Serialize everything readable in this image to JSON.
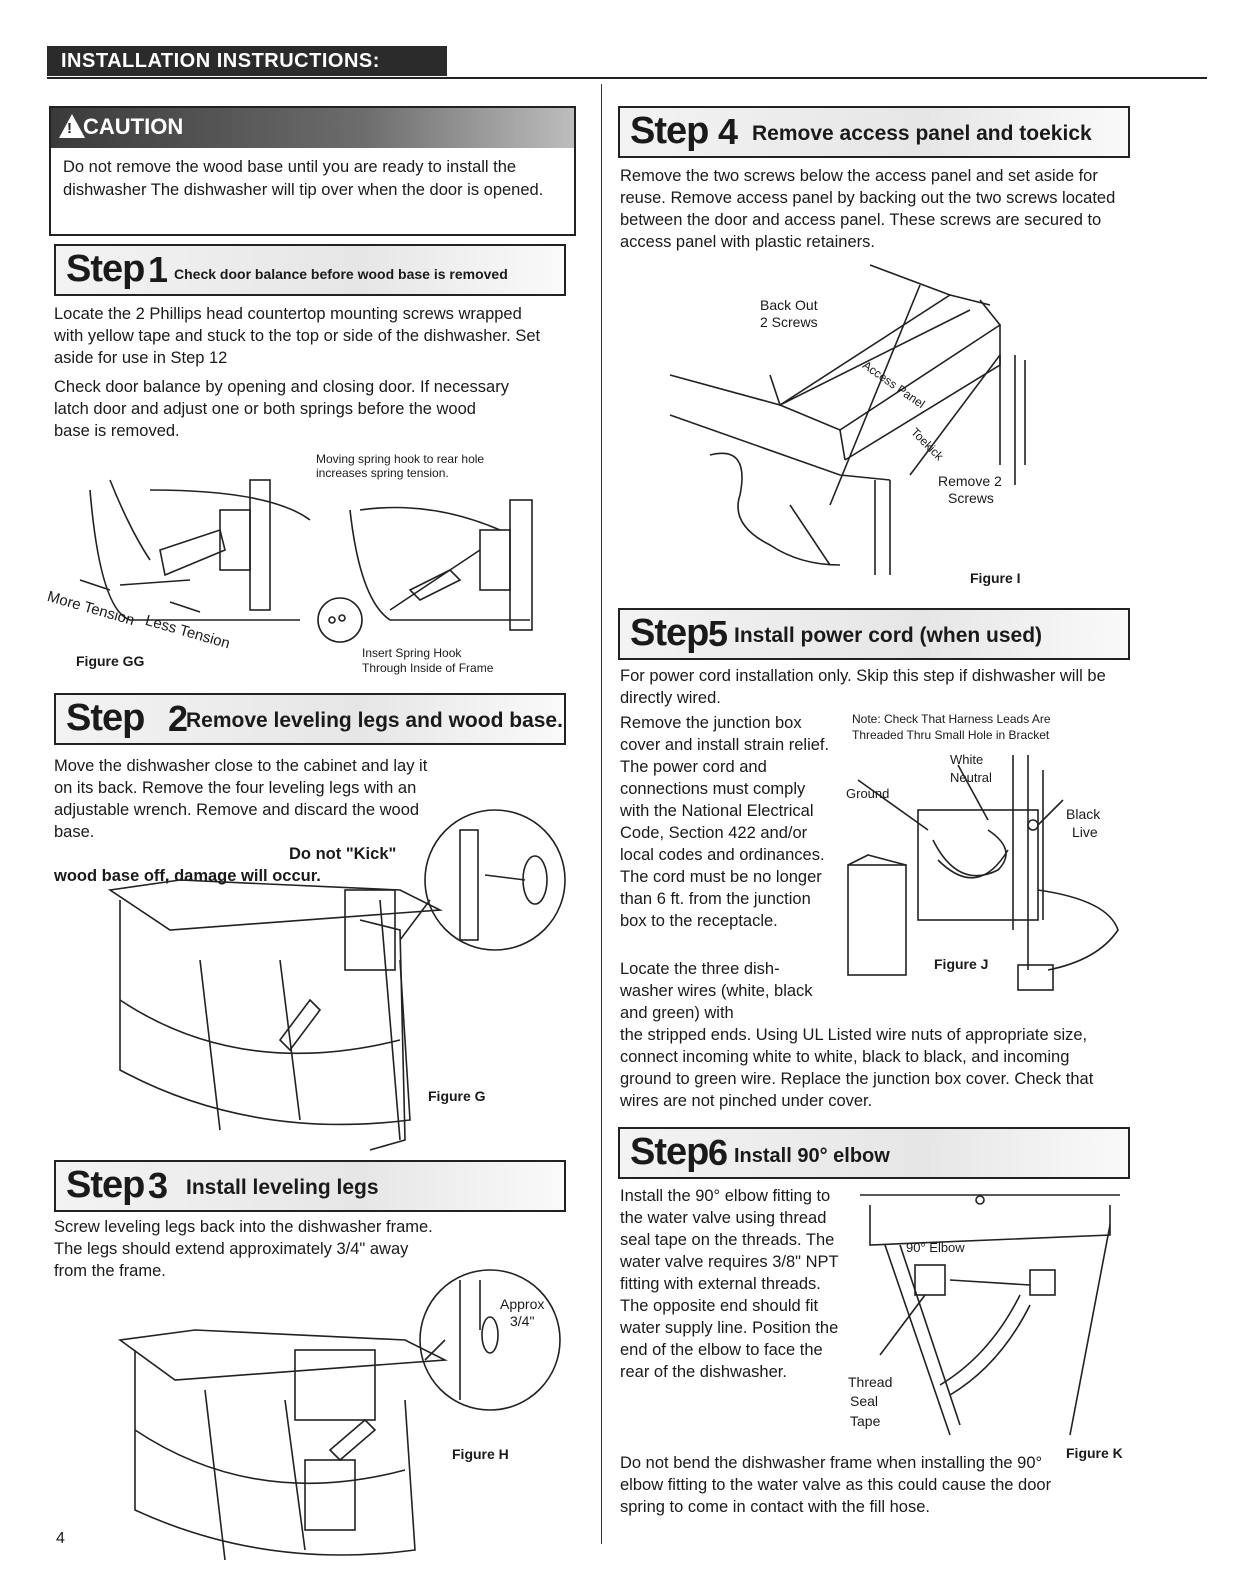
{
  "header": {
    "title": "INSTALLATION INSTRUCTIONS:"
  },
  "caution": {
    "title": "CAUTION",
    "icon_bang": "!",
    "text": "Do not remove the wood base until you are ready to install the dishwasher The dishwasher will tip over when the door is opened."
  },
  "step1": {
    "word": "Step",
    "num": "1",
    "title": "Check door balance before wood base is removed",
    "p1": "Locate the 2 Phillips head countertop mounting screws wrapped with yellow tape and stuck to the top or side of the dishwasher. Set aside for use in Step 12",
    "p2": "Check door balance by opening and closing door. If necessary latch door and adjust one or both springs before the wood base is removed.",
    "note": "Moving spring hook to rear hole increases spring tension.",
    "more_tension": "More Tension",
    "less_tension": "Less Tension",
    "insert_hook": "Insert Spring Hook",
    "through_frame": "Through Inside of Frame",
    "figure": "Figure GG"
  },
  "step2": {
    "word": "Step",
    "num": "2",
    "title": "Remove leveling legs and wood base.",
    "p1": "Move the dishwasher close to the cabinet and lay it on its back. Remove the four leveling legs with an adjustable wrench. Remove and discard the wood base.",
    "bold": "Do not \"Kick\" wood base off, damage will occur.",
    "figure": "Figure G"
  },
  "step3": {
    "word": "Step",
    "num": "3",
    "title": "Install leveling legs",
    "p1": "Screw leveling legs back into the dishwasher frame. The legs should extend approximately 3/4\" away from the frame.",
    "approx": "Approx",
    "approx_val": "3/4\"",
    "figure": "Figure H"
  },
  "step4": {
    "word": "Step",
    "num": "4",
    "title": "Remove access panel and toekick",
    "p1": "Remove the two screws below the access panel and set aside for reuse. Remove access panel by backing out the two screws located between the door and access panel. These screws are secured to access panel with plastic retainers.",
    "back_out": "Back Out",
    "two_screws": "2 Screws",
    "access_panel": "Access Panel",
    "toekick": "Toekick",
    "remove": "Remove 2",
    "screws": "Screws",
    "figure": "Figure I"
  },
  "step5": {
    "word": "Step",
    "num": "5",
    "title": "Install power cord (when used)",
    "p1": "For power cord installation only. Skip this step if dishwasher will be directly wired.",
    "p2": "Remove the junction box cover and install strain relief. The power cord and connections must comply with the National Electrical Code, Section 422 and/or local codes and ordinances. The cord must be no longer than 6 ft. from the junction box to the receptacle.",
    "p3": "Locate the three dish-washer wires (white, black and green) with",
    "p4": "the stripped ends. Using UL Listed wire nuts of appropriate size, connect incoming white to white, black to black, and incoming ground to green wire. Replace the junction box cover. Check that wires are not pinched under cover.",
    "note1": "Note: Check That Harness Leads Are",
    "note2": "Threaded Thru Small Hole in Bracket",
    "white": "White",
    "neutral": "Neutral",
    "ground": "Ground",
    "black": "Black",
    "live": "Live",
    "figure": "Figure J"
  },
  "step6": {
    "word": "Step",
    "num": "6",
    "title": "Install 90° elbow",
    "p1": "Install the 90° elbow fitting to the water valve using thread seal tape on the threads. The water valve requires 3/8\" NPT fitting with external threads. The opposite end should fit water supply line. Position the end of the elbow to face the rear of the dishwasher.",
    "p2": "Do not bend the dishwasher frame when installing the 90° elbow fitting to the water valve as this could cause the door spring to come in contact with the fill hose.",
    "elbow": "90° Elbow",
    "thread": "Thread",
    "seal": "Seal",
    "tape": "Tape",
    "figure": "Figure K"
  },
  "footer": {
    "page_number": "4"
  }
}
